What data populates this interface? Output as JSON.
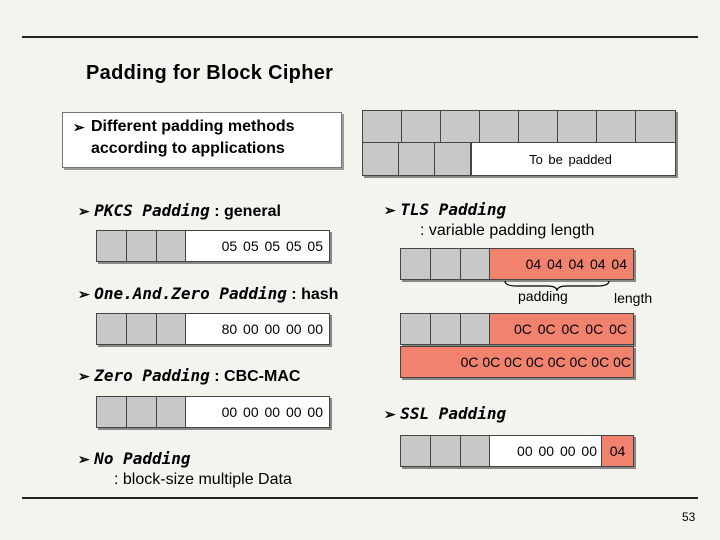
{
  "slide": {
    "title": "Padding for Block Cipher",
    "page_number": "53",
    "intro_bullet": [
      "Different padding methods",
      "according to applications"
    ],
    "to_be_padded": "To be padded"
  },
  "left": {
    "pkcs": {
      "name": "PKCS Padding",
      "desc": ": general",
      "pad": "05 05 05 05 05"
    },
    "one_and_zero": {
      "name": "One.And.Zero Padding",
      "desc": ": hash",
      "pad": "80 00 00 00 00"
    },
    "zero": {
      "name": "Zero Padding",
      "desc": ": CBC-MAC",
      "pad": "00 00 00 00 00"
    },
    "none": {
      "name": "No Padding",
      "desc": ": block-size multiple Data"
    }
  },
  "right": {
    "tls": {
      "name": "TLS Padding",
      "desc": ": variable padding length",
      "pad1": "04 04 04 04 04",
      "padding_label": "padding",
      "length_label": "length",
      "pad2": "0C 0C 0C 0C 0C",
      "pad3": "0C 0C 0C 0C 0C 0C 0C 0C"
    },
    "ssl": {
      "name": "SSL Padding",
      "pad": "00 00 00 00",
      "len": "04"
    }
  }
}
